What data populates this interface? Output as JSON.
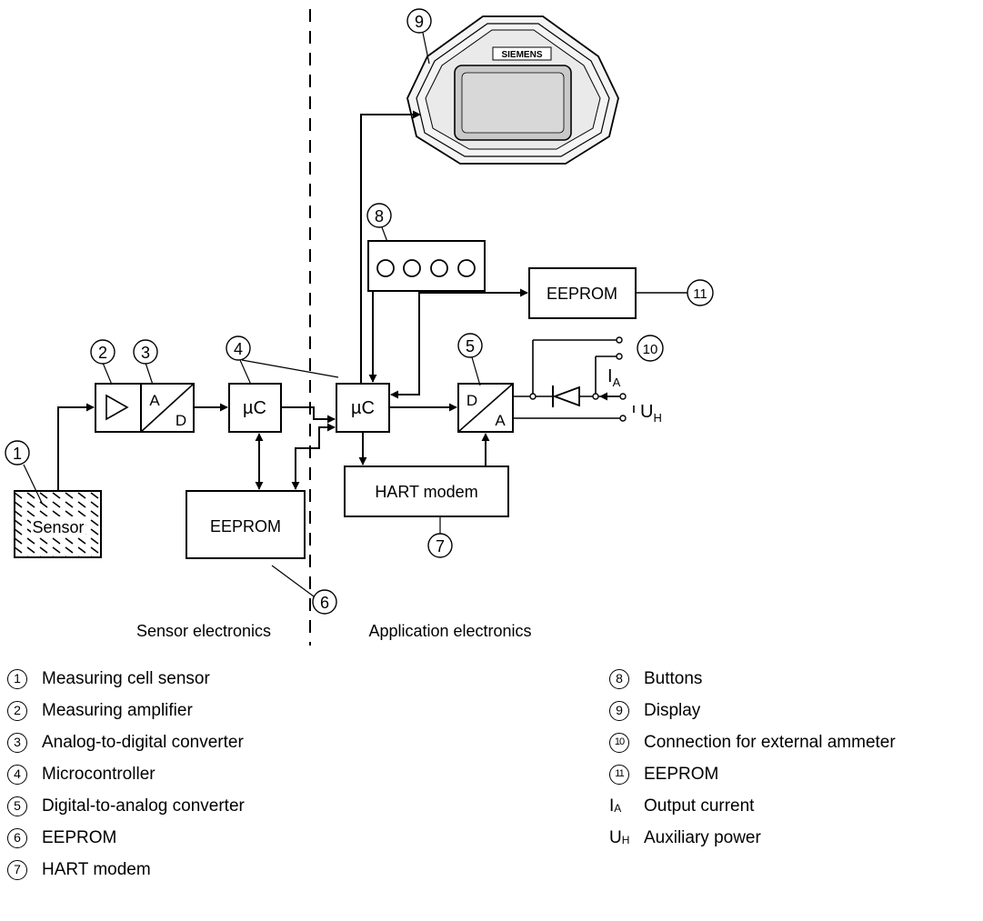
{
  "diagram": {
    "blocks": {
      "sensor": "Sensor",
      "adc_top": "A",
      "adc_bottom": "D",
      "uc_sensor": "µC",
      "uc_app": "µC",
      "dac_top": "D",
      "dac_bottom": "A",
      "eeprom_sensor": "EEPROM",
      "eeprom_app": "EEPROM",
      "hart_modem": "HART modem",
      "display_brand": "SIEMENS"
    },
    "callouts": [
      "1",
      "2",
      "3",
      "4",
      "5",
      "6",
      "7",
      "8",
      "9",
      "10",
      "11"
    ],
    "terminal_labels": {
      "current": "I",
      "current_sub": "A",
      "voltage": "U",
      "voltage_sub": "H"
    },
    "region_labels": {
      "left": "Sensor electronics",
      "right": "Application electronics"
    }
  },
  "legend": {
    "left": [
      {
        "marker": "1",
        "text": "Measuring cell sensor"
      },
      {
        "marker": "2",
        "text": "Measuring amplifier"
      },
      {
        "marker": "3",
        "text": "Analog-to-digital converter"
      },
      {
        "marker": "4",
        "text": "Microcontroller"
      },
      {
        "marker": "5",
        "text": "Digital-to-analog converter"
      },
      {
        "marker": "6",
        "text": "EEPROM"
      },
      {
        "marker": "7",
        "text": "HART modem"
      }
    ],
    "right": [
      {
        "marker": "8",
        "text": "Buttons"
      },
      {
        "marker": "9",
        "text": "Display"
      },
      {
        "marker": "10",
        "text": "Connection for external ammeter"
      },
      {
        "marker": "11",
        "text": "EEPROM"
      },
      {
        "symbol": "I",
        "symbol_sub": "A",
        "text": "Output current"
      },
      {
        "symbol": "U",
        "symbol_sub": "H",
        "text": "Auxiliary power"
      }
    ]
  }
}
